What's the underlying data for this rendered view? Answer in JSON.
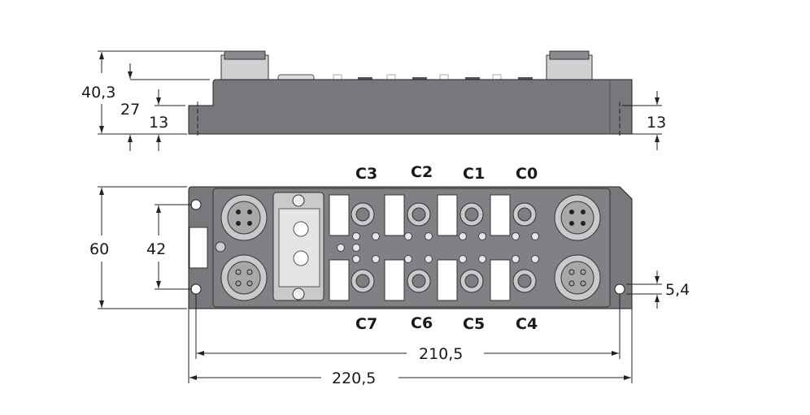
{
  "side_view": {
    "dim_total_height": "40,3",
    "dim_body_height": "27",
    "dim_flange_left": "13",
    "dim_flange_right": "13"
  },
  "front_view": {
    "dim_height": "60",
    "dim_hole_spacing_vertical": "42",
    "dim_hole_diameter": "5,4",
    "dim_hole_spacing_horizontal": "210,5",
    "dim_total_length": "220,5",
    "connector_labels_top": [
      "C3",
      "C2",
      "C1",
      "C0"
    ],
    "connector_labels_bottom": [
      "C7",
      "C6",
      "C5",
      "C4"
    ]
  },
  "colors": {
    "body": "#77787b",
    "panel": "#808184",
    "connector": "#c9cacc"
  }
}
